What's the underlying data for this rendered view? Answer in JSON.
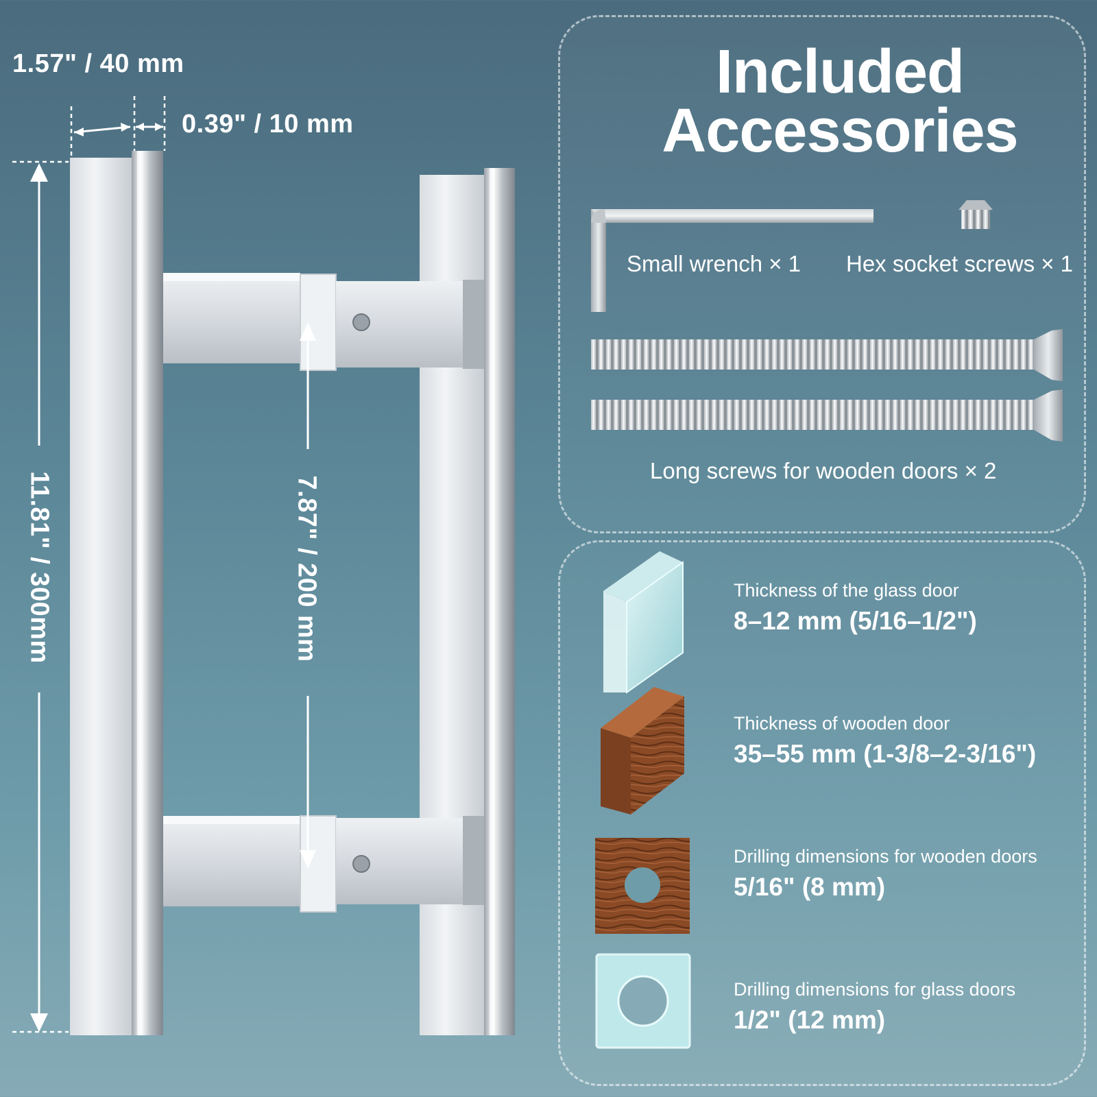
{
  "dimensions": {
    "width_top": "1.57\" / 40 mm",
    "thickness": "0.39\" / 10 mm",
    "total_length": "11.81\" / 300mm",
    "center_distance": "7.87\" / 200 mm"
  },
  "accessories": {
    "title_line1": "Included",
    "title_line2": "Accessories",
    "small_wrench": "Small wrench × 1",
    "hex_screws": "Hex socket screws × 1",
    "long_screws": "Long screws for wooden doors × 2"
  },
  "specs": [
    {
      "label": "Thickness of the glass door",
      "value": "8–12 mm (5/16–1/2\")",
      "icon": "glass-panel-icon"
    },
    {
      "label": "Thickness of wooden door",
      "value": "35–55 mm (1-3/8–2-3/16\")",
      "icon": "wood-block-icon"
    },
    {
      "label": "Drilling dimensions for wooden doors",
      "value": "5/16\" (8 mm)",
      "icon": "wood-drill-icon"
    },
    {
      "label": "Drilling dimensions for glass doors",
      "value": "1/2\" (12 mm)",
      "icon": "glass-drill-icon"
    }
  ],
  "colors": {
    "steel_light": "#e6e9ec",
    "steel_mid": "#c4c9ce",
    "wood": "#8a4a25",
    "glass": "#bfe6e8"
  }
}
